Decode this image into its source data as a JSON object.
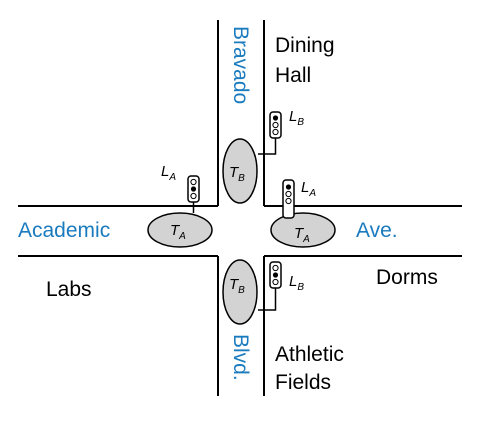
{
  "streets": {
    "bravado": "Bravado",
    "blvd": "Blvd.",
    "academic": "Academic",
    "ave": "Ave."
  },
  "places": {
    "dining_line1": "Dining",
    "dining_line2": "Hall",
    "labs": "Labs",
    "dorms": "Dorms",
    "athletic_line1": "Athletic",
    "athletic_line2": "Fields"
  },
  "sensors": {
    "t_main": "T",
    "l_main": "L",
    "sub_a": "A",
    "sub_b": "B"
  },
  "colors": {
    "street_label": "#1a7bbf",
    "sensor_fill": "#d3d3d3",
    "road_line": "#000000"
  }
}
